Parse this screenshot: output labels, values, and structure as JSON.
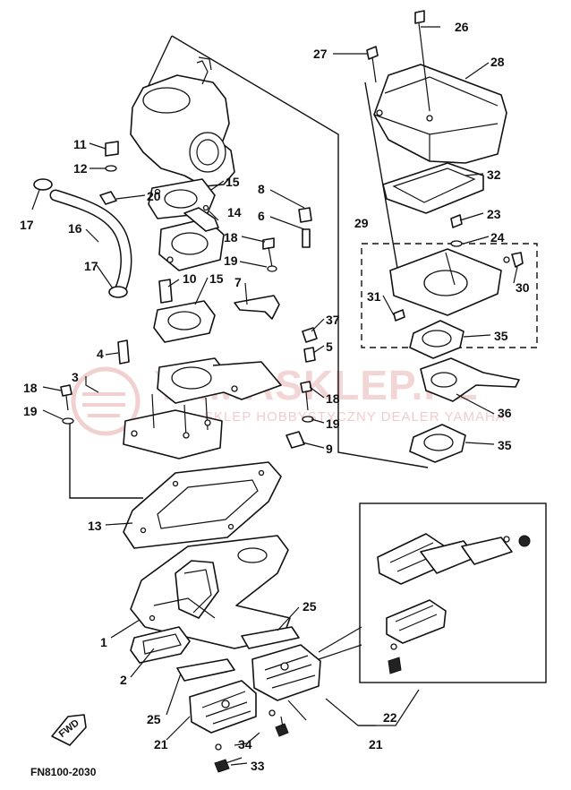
{
  "diagram": {
    "drawing_code": "FN8100-2030",
    "fwd_label": "FWD",
    "watermark": {
      "title": "YAMASKLEP.PL",
      "subtitle": "SKLEP HOBBYSTYCZNY DEALER YAMAHA"
    },
    "callouts": {
      "c1": "1",
      "c2": "2",
      "c3": "3",
      "c4": "4",
      "c5": "5",
      "c6": "6",
      "c7": "7",
      "c8": "8",
      "c9": "9",
      "c10": "10",
      "c11": "11",
      "c12": "12",
      "c13": "13",
      "c14": "14",
      "c15a": "15",
      "c15b": "15",
      "c16": "16",
      "c17a": "17",
      "c17b": "17",
      "c18a": "18",
      "c18b": "18",
      "c18c": "18",
      "c19a": "19",
      "c19b": "19",
      "c19c": "19",
      "c20": "20",
      "c21a": "21",
      "c21b": "21",
      "c22": "22",
      "c23": "23",
      "c24": "24",
      "c25a": "25",
      "c25b": "25",
      "c26": "26",
      "c27": "27",
      "c28": "28",
      "c29": "29",
      "c30": "30",
      "c31": "31",
      "c32": "32",
      "c33": "33",
      "c34": "34",
      "c35a": "35",
      "c35b": "35",
      "c36": "36",
      "c37": "37"
    }
  }
}
